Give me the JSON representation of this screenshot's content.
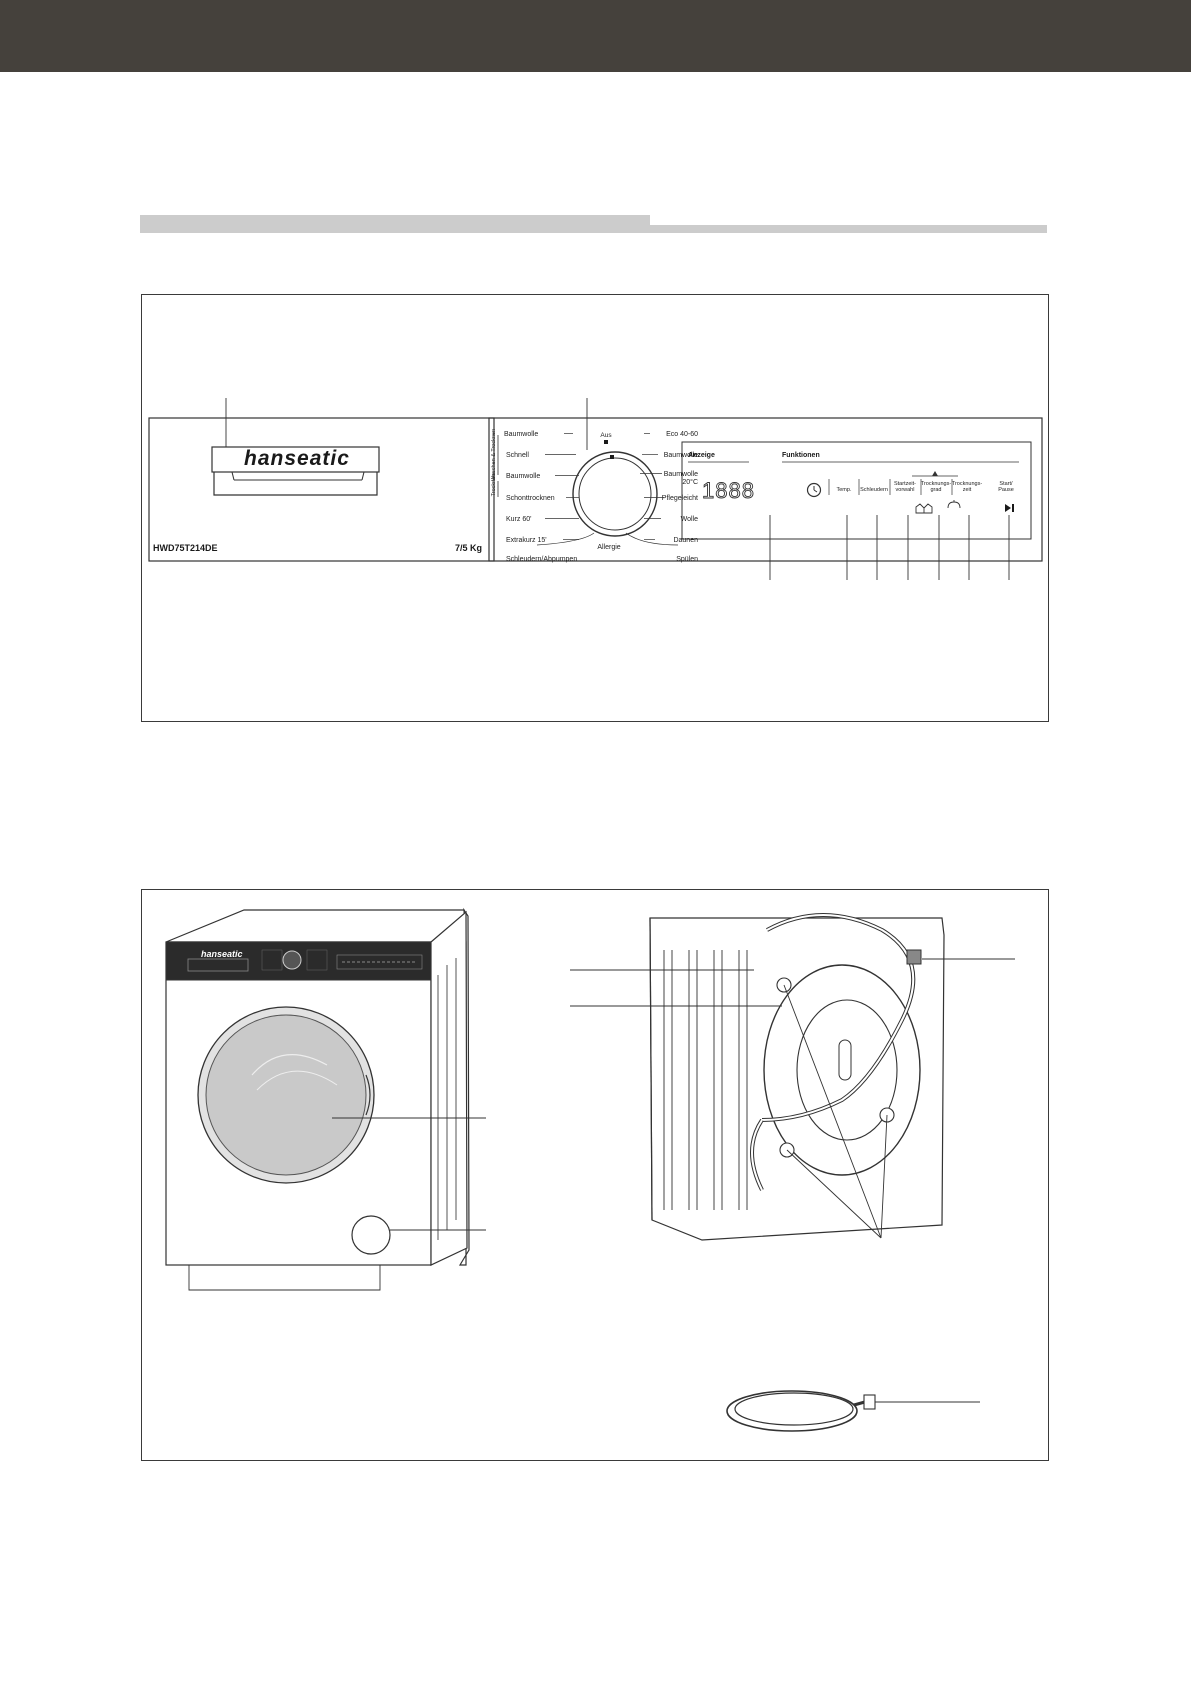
{
  "panel": {
    "brand": "hanseatic",
    "model": "HWD75T214DE",
    "capacity": "7/5 Kg",
    "dial_top": "Aus",
    "group_wash_dry": "Waschen & Trocknen",
    "group_dry": "Trocknen",
    "programs_left": [
      "Baumwolle",
      "Schnell",
      "Baumwolle",
      "Schonttrocknen",
      "Kurz 60'",
      "Extrakurz 15'",
      "Schleudern/Abpumpen"
    ],
    "program_bottom": "Allergie",
    "programs_right": [
      "Eco 40-60",
      "Baumwolle",
      "Baumwolle 20°C",
      "Pflegeleicht",
      "Wolle",
      "Daunen",
      "Spülen"
    ],
    "display_header": "Anzeige",
    "functions_header": "Funktionen",
    "display_digits": "1888",
    "buttons": [
      "Temp.",
      "Schleudern",
      "Startzeit-vorwahl",
      "Trocknungs-grad",
      "Trocknungs-zeit",
      "Start/ Pause"
    ]
  }
}
